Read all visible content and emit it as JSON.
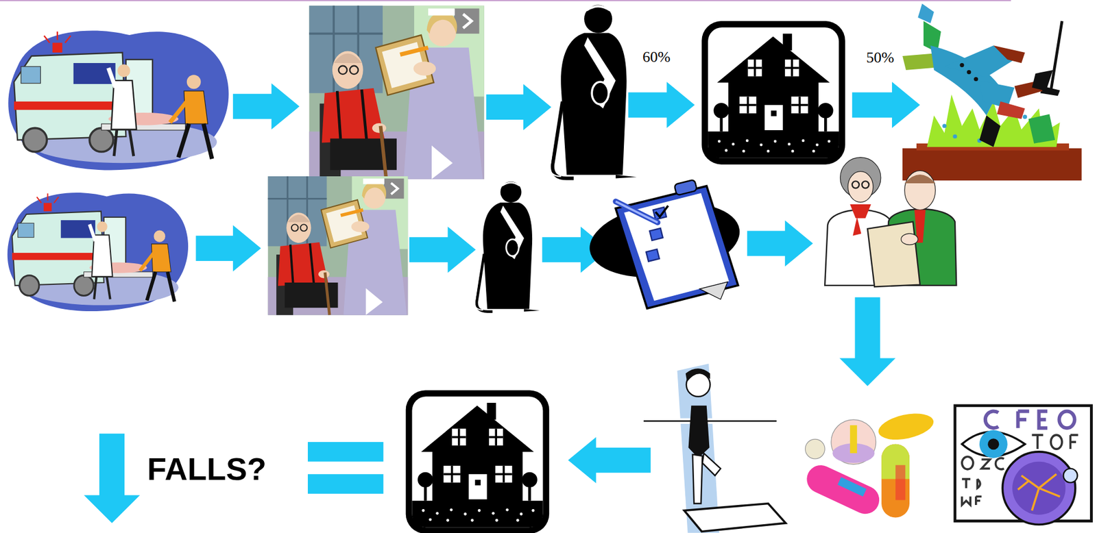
{
  "diagram": {
    "labels": [
      "60%",
      "50%",
      "FALLS?"
    ]
  }
}
